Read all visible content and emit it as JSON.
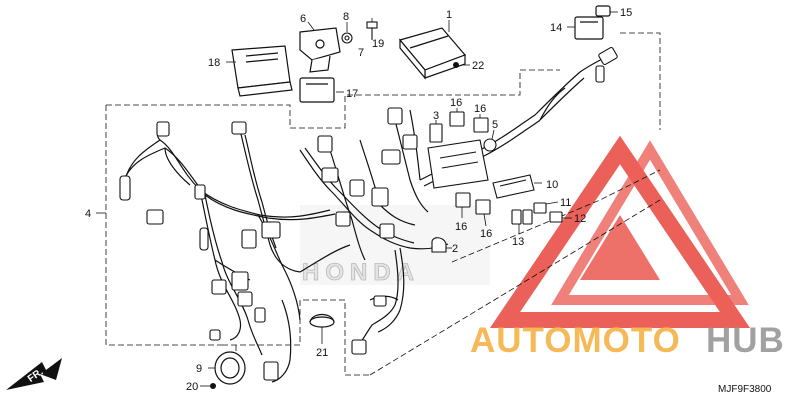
{
  "callouts": {
    "n1": "1",
    "n2": "2",
    "n3": "3",
    "n4": "4",
    "n5": "5",
    "n6": "6",
    "n7": "7",
    "n8": "8",
    "n9": "9",
    "n10": "10",
    "n11": "11",
    "n12": "12",
    "n13": "13",
    "n14": "14",
    "n15": "15",
    "n16a": "16",
    "n16b": "16",
    "n16c": "16",
    "n16d": "16",
    "n17": "17",
    "n18": "18",
    "n19": "19",
    "n20": "20",
    "n21": "21",
    "n22": "22"
  },
  "direction_label": "FR.",
  "diagram_code": "MJF9F3800",
  "background_logo": "HONDA",
  "watermark": {
    "part1": "AUTOMOTO",
    "part2": "HUB"
  },
  "colors": {
    "line": "#111111",
    "watermark_red": "#e8453c",
    "watermark_orange": "#f5b44a",
    "watermark_gray": "#9a9a9a"
  }
}
